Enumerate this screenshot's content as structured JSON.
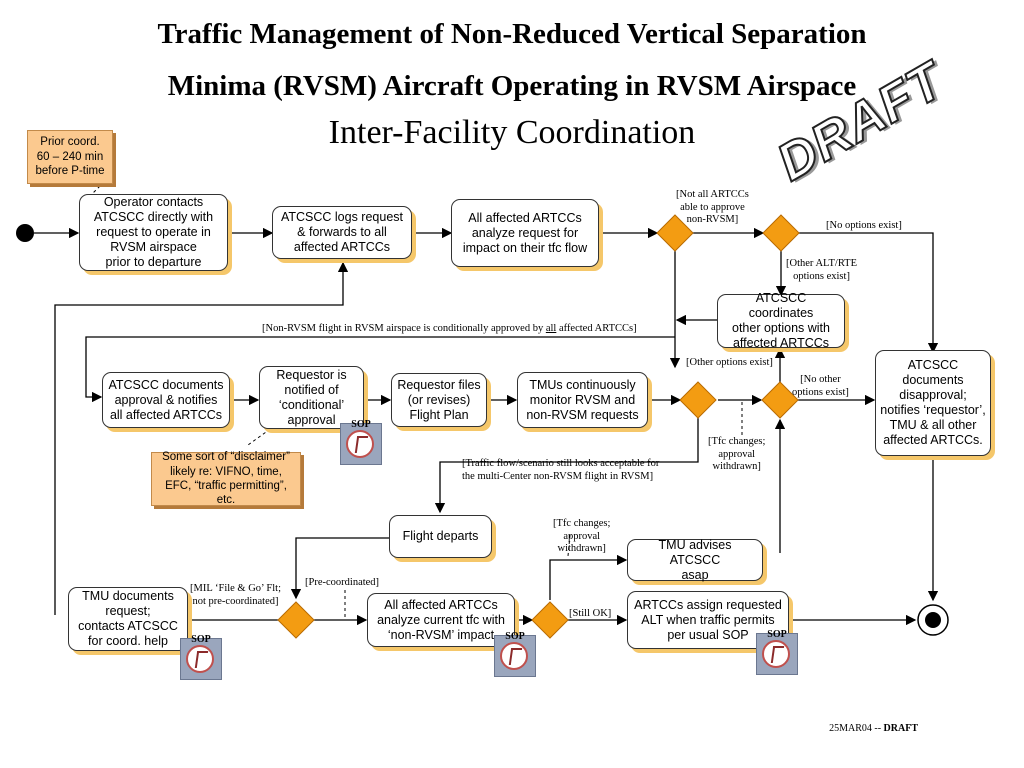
{
  "header": {
    "title_line1": "Traffic Management of Non-Reduced Vertical Separation",
    "title_line2": "Minima (RVSM) Aircraft Operating in RVSM Airspace",
    "subtitle": "Inter-Facility Coordination",
    "stamp": "DRAFT"
  },
  "notes": {
    "prior_coord": "Prior coord.\n60 – 240 min\nbefore P-time",
    "disclaimer": "Some sort of “disclaimer”\nlikely re: VIFNO, time,\nEFC, “traffic permitting”, etc."
  },
  "boxes": {
    "operator": "Operator contacts\nATCSCC directly with\nrequest to operate in\nRVSM airspace\nprior to departure",
    "logs": "ATCSCC logs request\n& forwards to all\naffected ARTCCs",
    "analyze": "All affected ARTCCs\nanalyze request for\nimpact on their tfc flow",
    "coordinates": "ATCSCC coordinates\nother options with\naffected ARTCCs",
    "disapproval": "ATCSCC\ndocuments\ndisapproval;\nnotifies ‘requestor’,\nTMU & all other\naffected ARTCCs.",
    "documents_approval": "ATCSCC documents\napproval & notifies\nall affected ARTCCs",
    "notified": "Requestor is\nnotified of\n‘conditional’\napproval",
    "files": "Requestor files\n(or revises)\nFlight Plan",
    "monitor": "TMUs continuously\nmonitor RVSM and\nnon-RVSM requests",
    "departs": "Flight departs",
    "tmu_advises": "TMU advises ATCSCC\nasap",
    "tmu_documents": "TMU documents\nrequest;\ncontacts ATCSCC\nfor coord. help",
    "analyze_current": "All affected ARTCCs\nanalyze current tfc with\n‘non-RVSM’ impact",
    "assign": "ARTCCs assign requested\nALT when traffic permits\nper usual SOP"
  },
  "labels": {
    "not_all": "[Not all ARTCCs\nable to approve\nnon-RVSM]",
    "no_options": "[No options exist]",
    "other_alt": "[Other ALT/RTE\noptions exist]",
    "conditional_pre": "[Non-RVSM flight in RVSM airspace is conditionally approved by ",
    "conditional_all": "all",
    "conditional_post": " affected ARTCCs]",
    "other_options": "[Other options exist]",
    "no_other": "[No other\noptions exist]",
    "tfc_withdrawn_1": "[Tfc changes;\napproval\nwithdrawn]",
    "still_acceptable": "[Traffic flow/scenario still looks acceptable for\nthe multi-Center non-RVSM flight in RVSM]",
    "tfc_withdrawn_2": "[Tfc changes;\napproval\nwithdrawn]",
    "pre_coordinated": "[Pre-coordinated]",
    "mil_file_go": "[MIL ‘File & Go’ Flt;\nnot pre-coordinated]",
    "still_ok": "[Still OK]"
  },
  "sop": {
    "label": "SOP"
  },
  "footer": {
    "date": "25MAR04  --  ",
    "status": "DRAFT"
  },
  "colors": {
    "diamond": "#f39c12",
    "shadow": "#f5c76a",
    "note": "#fbc98f"
  }
}
